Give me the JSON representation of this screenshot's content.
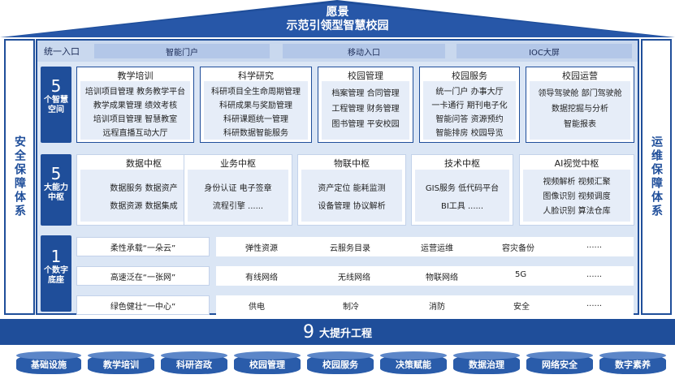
{
  "vision": {
    "line1": "愿景",
    "line2": "示范引领型智慧校园"
  },
  "side_left": "安全保障体系",
  "side_right": "运维保障体系",
  "entry": {
    "label": "统一入口",
    "items": [
      "智能门户",
      "移动入口",
      "IOC大屏"
    ]
  },
  "smart_spaces": {
    "num": "5",
    "label": "个智慧空间",
    "cards": [
      {
        "title": "教学培训",
        "lines": [
          "培训项目管理 教务教学平台",
          "教学成果管理    绩效考核",
          "培训项目管理    智慧教室",
          "远程直播互动大厅"
        ]
      },
      {
        "title": "科学研究",
        "lines": [
          "科研项目全生命周期管理",
          "科研成果与奖励管理",
          "科研课题统一管理",
          "科研数据智能服务"
        ]
      },
      {
        "title": "校园管理",
        "lines": [
          "档案管理    合同管理",
          "工程管理    财务管理",
          "图书管理    平安校园"
        ]
      },
      {
        "title": "校园服务",
        "lines": [
          "统一门户      办事大厅",
          "一卡通行  期刊电子化",
          "智能问答    资源预约",
          "智能排房    校园导览"
        ]
      },
      {
        "title": "校园运营",
        "lines": [
          "领导驾驶舱  部门驾驶舱",
          "数据挖掘与分析",
          "智能报表"
        ]
      }
    ]
  },
  "capability": {
    "num": "5",
    "label": "大能力中枢",
    "cards": [
      {
        "title": "数据中枢",
        "lines": [
          "数据服务  数据资产",
          "数据资源  数据集成"
        ]
      },
      {
        "title": "业务中枢",
        "lines": [
          "身份认证  电子签章",
          "流程引擎        ......"
        ]
      },
      {
        "title": "物联中枢",
        "lines": [
          "资产定位  能耗监测",
          "设备管理  协议解析"
        ]
      },
      {
        "title": "技术中枢",
        "lines": [
          "GIS服务  低代码平台",
          "BI工具         ......"
        ]
      },
      {
        "title": "AI视觉中枢",
        "lines": [
          "视频解析  视频汇聚",
          "图像识别  视频调度",
          "人脸识别  算法仓库"
        ]
      }
    ]
  },
  "digital_base": {
    "num": "1",
    "label": "个数字底座",
    "rows": [
      {
        "name": "柔性承载“一朵云”",
        "items": [
          "弹性资源",
          "云服务目录",
          "运营运维",
          "容灾备份",
          "......"
        ]
      },
      {
        "name": "高速泛在“一张网”",
        "items": [
          "有线网络",
          "无线网络",
          "物联网络",
          "5G",
          "......"
        ]
      },
      {
        "name": "绿色健壮“一中心”",
        "items": [
          "供电",
          "制冷",
          "消防",
          "安全",
          "......"
        ]
      }
    ]
  },
  "projects": {
    "num": "9",
    "label": "大提升工程",
    "items": [
      "基础设施",
      "教学培训",
      "科研咨政",
      "校园管理",
      "校园服务",
      "决策赋能",
      "数据治理",
      "网络安全",
      "数字素养"
    ]
  },
  "colors": {
    "primary": "#1f4e9a",
    "panel": "#dbe6f5",
    "entry": "#c9d8ee",
    "cylinder": "#2a5caa"
  }
}
